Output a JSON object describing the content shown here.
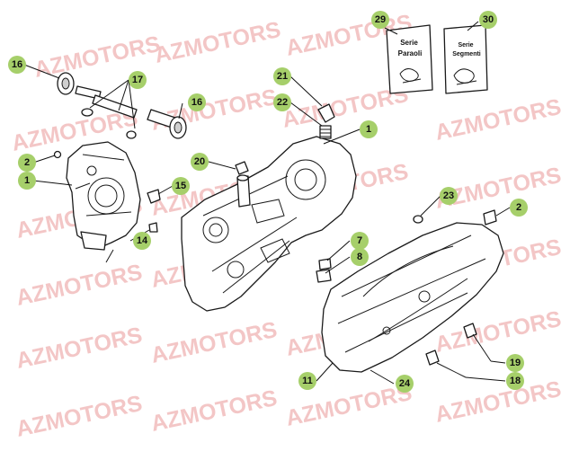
{
  "watermark": "AZMOTORS",
  "callouts": {
    "c1a": "1",
    "c1b": "1",
    "c2a": "2",
    "c2b": "2",
    "c7": "7",
    "c8": "8",
    "c11": "11",
    "c14": "14",
    "c15": "15",
    "c16a": "16",
    "c16b": "16",
    "c17": "17",
    "c18": "18",
    "c19": "19",
    "c20": "20",
    "c21": "21",
    "c22": "22",
    "c23": "23",
    "c24": "24",
    "c29": "29",
    "c30": "30"
  },
  "sheets": {
    "paraoli": {
      "line1": "Serie",
      "line2": "Paraoli"
    },
    "segmenti": {
      "line1": "Serie",
      "line2": "Segmenti"
    }
  },
  "colors": {
    "callout": "#a6cf6a",
    "watermark": "#f0b4b4"
  }
}
